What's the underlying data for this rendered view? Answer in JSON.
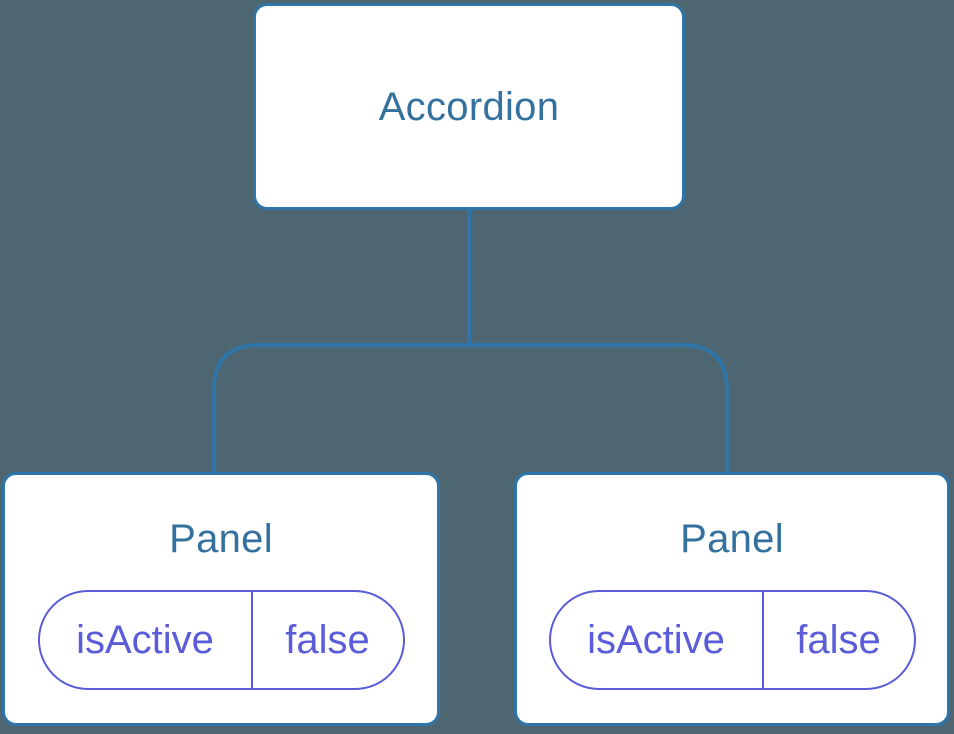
{
  "diagram": {
    "description_colors": {
      "background": "#4D6671",
      "node_fill": "#FFFFFF",
      "node_border": "#2F75A8",
      "node_text": "#35719E",
      "connector": "#2F75A8",
      "state_accent": "#5A5CD9"
    },
    "tree": {
      "root": {
        "label": "Accordion"
      },
      "children": [
        {
          "label": "Panel",
          "state": {
            "key": "isActive",
            "value": "false"
          }
        },
        {
          "label": "Panel",
          "state": {
            "key": "isActive",
            "value": "false"
          }
        }
      ]
    }
  }
}
